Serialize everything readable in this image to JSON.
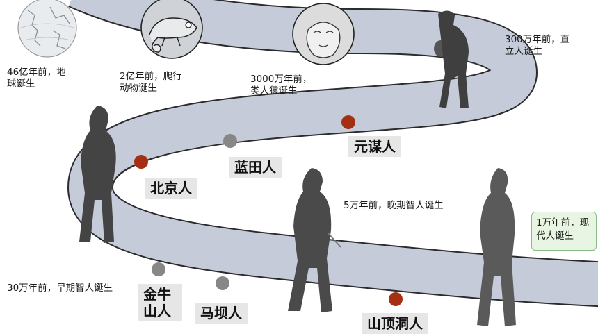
{
  "milestones": {
    "earth": "46亿年前，地球诞生",
    "reptile": "2亿年前，爬行动物诞生",
    "ape": "3000万年前，类人猿诞生",
    "erectus": "300万年前，直立人诞生",
    "early_sapiens": "30万年前，早期智人诞生",
    "late_sapiens": "5万年前，晚期智人诞生",
    "modern": "1万年前，现代人诞生"
  },
  "sites": {
    "yuanmou": "元谋人",
    "lantian": "蓝田人",
    "beijing": "北京人",
    "jinniushan": "金牛山人",
    "maba": "马坝人",
    "shandingdong": "山顶洞人"
  },
  "colors": {
    "road": "#c5cbd9",
    "road_edge": "#2b2b2b",
    "dot_red": "#a52f12",
    "dot_gray": "#878787",
    "site_bg": "#e6e6e6",
    "note_bg": "#e9f5e3",
    "note_border": "#8aba8a"
  },
  "icons": [
    "globe-icon",
    "chameleon-icon",
    "ape-face-icon",
    "hominid-figure-icon"
  ]
}
